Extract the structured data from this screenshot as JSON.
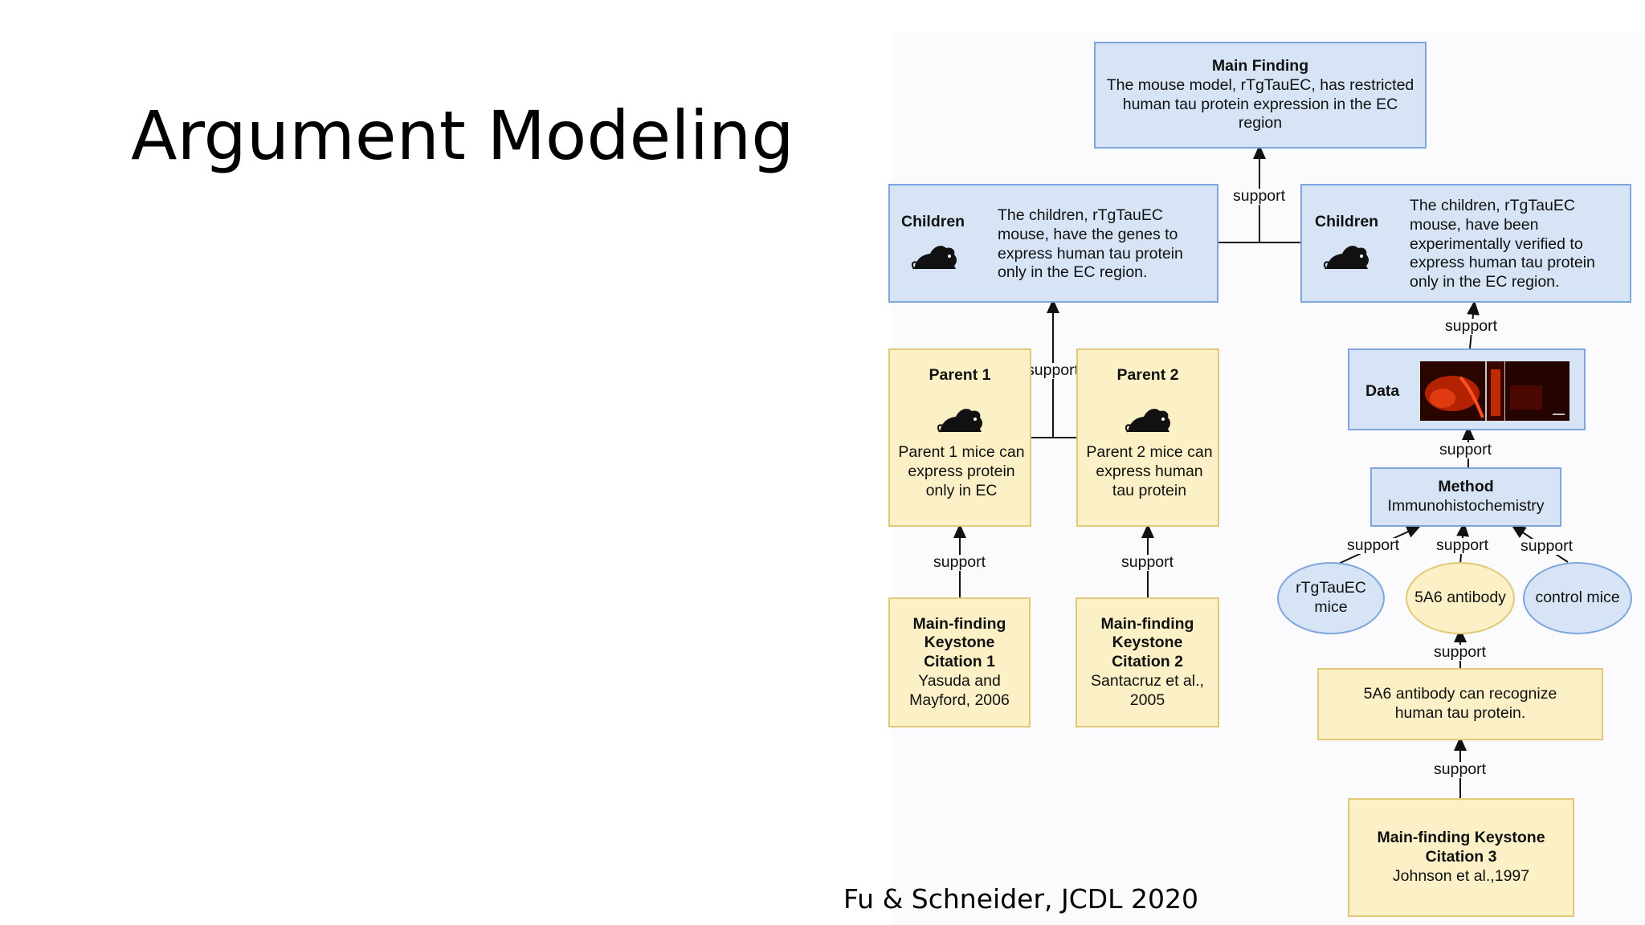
{
  "slide": {
    "title": "Argument Modeling",
    "caption": "Fu & Schneider, JCDL 2020"
  },
  "diagram": {
    "main_finding": {
      "heading": "Main Finding",
      "text": "The mouse model, rTgTauEC, has restricted human tau protein expression in the EC region"
    },
    "children_left": {
      "heading": "Children",
      "text": "The children, rTgTauEC mouse, have the genes to express human tau protein only in the EC region."
    },
    "children_right": {
      "heading": "Children",
      "text": "The children, rTgTauEC mouse, have been experimentally verified  to express human tau protein only in the EC region."
    },
    "parent1": {
      "heading": "Parent 1",
      "text": "Parent 1 mice can express protein only in EC"
    },
    "parent2": {
      "heading": "Parent 2",
      "text": "Parent 2 mice can express human tau protein"
    },
    "citation1": {
      "heading": "Main-finding Keystone Citation 1",
      "text": "Yasuda and Mayford, 2006"
    },
    "citation2": {
      "heading": "Main-finding Keystone Citation 2",
      "text": "Santacruz et al., 2005"
    },
    "citation3": {
      "heading": "Main-finding Keystone Citation 3",
      "text": "Johnson et al.,1997"
    },
    "data": {
      "heading": "Data"
    },
    "method": {
      "heading": "Method",
      "text": "Immunohistochemistry"
    },
    "ellipses": {
      "rtg": "rTgTauEC mice",
      "antibody": "5A6 antibody",
      "control": "control mice"
    },
    "antibody_box": {
      "text": "5A6 antibody can recognize human tau protein."
    },
    "support_label": "support",
    "colors": {
      "blue_fill": "#d6e4f6",
      "blue_border": "#7ea6dc",
      "yellow_fill": "#fcf0c6",
      "yellow_border": "#e2c97a"
    },
    "icons": {
      "mouse": "mouse-icon",
      "microscopy": "microscopy-image"
    }
  }
}
